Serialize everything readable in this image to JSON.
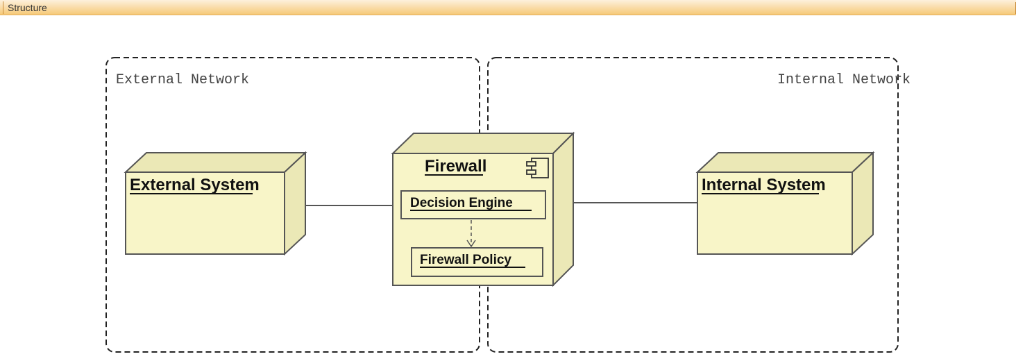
{
  "tab": {
    "label": "Structure"
  },
  "diagram": {
    "zones": {
      "external": "External Network",
      "internal": "Internal Network"
    },
    "nodes": {
      "external_system": "External System",
      "firewall": "Firewall",
      "internal_system": "Internal System"
    },
    "components": {
      "decision_engine": "Decision Engine",
      "firewall_policy": "Firewall Policy"
    },
    "icons": {
      "component": "uml-component-icon"
    },
    "colors": {
      "node_fill": "#f8f5c8",
      "tab_gradient_top": "#fdf0dc",
      "tab_gradient_bottom": "#f6c978"
    }
  }
}
